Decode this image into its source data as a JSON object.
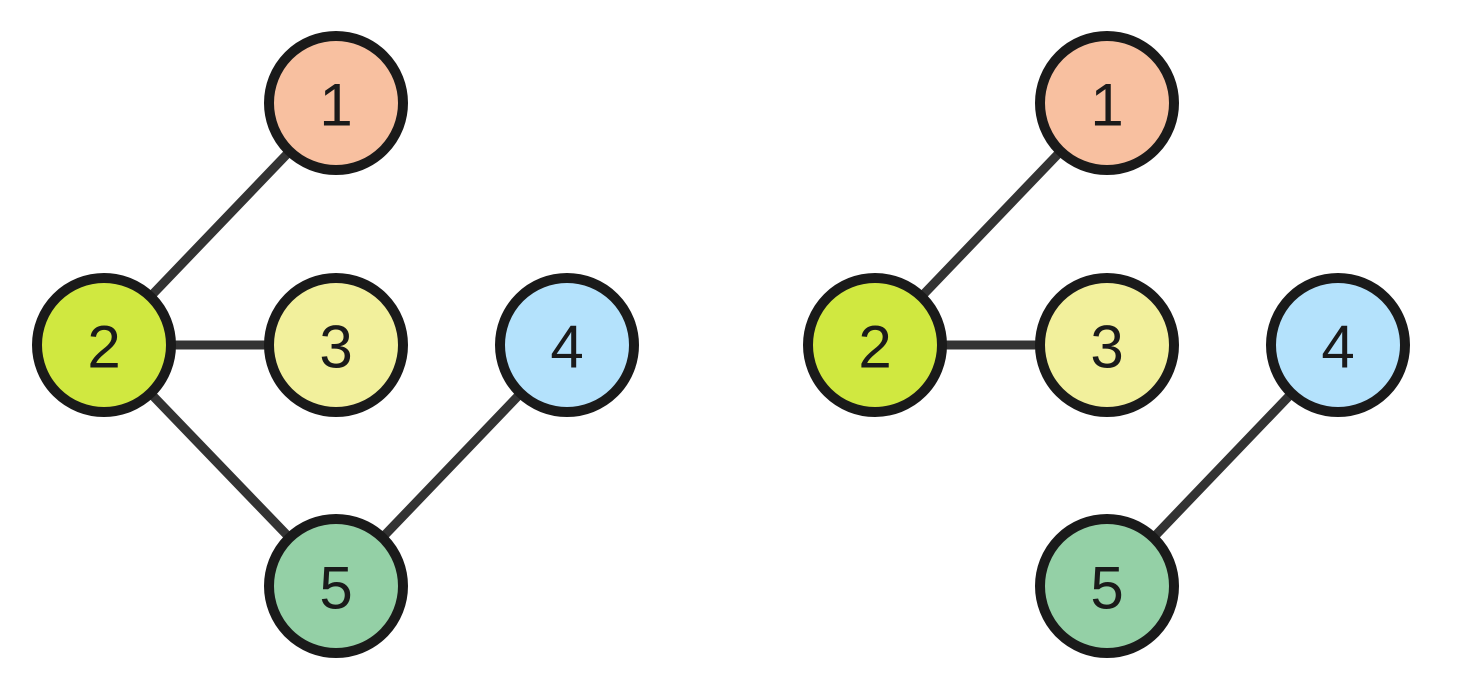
{
  "colors": {
    "node_1": "#f8c0a0",
    "node_2": "#d0e840",
    "node_3": "#f2f09c",
    "node_4": "#b4e2fc",
    "node_5": "#94d0a6",
    "edge": "#333333",
    "outline": "#1a1a1a"
  },
  "graphs": [
    {
      "nodes": [
        "1",
        "2",
        "3",
        "4",
        "5"
      ],
      "edges": [
        [
          "1",
          "2"
        ],
        [
          "2",
          "3"
        ],
        [
          "2",
          "5"
        ],
        [
          "4",
          "5"
        ]
      ]
    },
    {
      "nodes": [
        "1",
        "2",
        "3",
        "4",
        "5"
      ],
      "edges": [
        [
          "1",
          "2"
        ],
        [
          "2",
          "3"
        ],
        [
          "4",
          "5"
        ]
      ]
    }
  ]
}
